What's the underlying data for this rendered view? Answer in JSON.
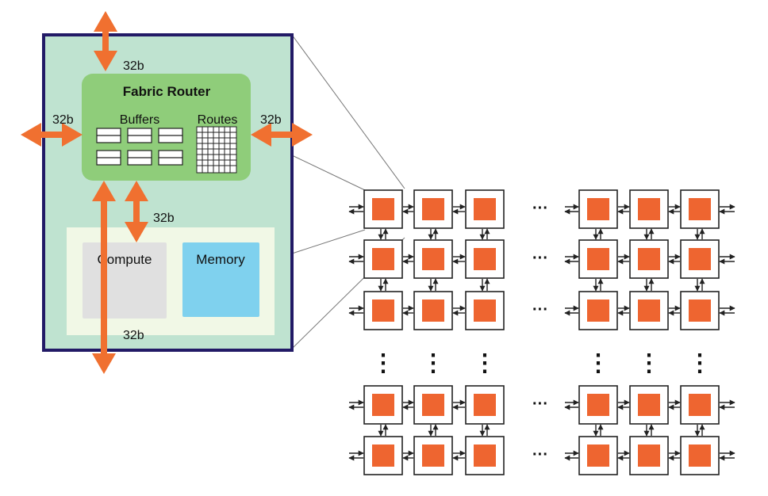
{
  "colors": {
    "tile_border": "#221a66",
    "tile_fill": "#bfe3d0",
    "router_fill": "#8fcd7a",
    "core_area_fill": "#f1f8e6",
    "compute_fill": "#e0e0e0",
    "memory_fill": "#7fd1ee",
    "arrow": "#f07030",
    "pe_core": "#ee6530",
    "grid_line": "#222222"
  },
  "tile": {
    "router": {
      "title": "Fabric Router",
      "buffers_label": "Buffers",
      "routes_label": "Routes"
    },
    "compute_label": "Compute",
    "memory_label": "Memory",
    "links": {
      "top": "32b",
      "left": "32b",
      "right": "32b",
      "core": "32b",
      "bottom": "32b"
    }
  },
  "fabric": {
    "ellipsis": "···",
    "vertical_ellipsis": "⋮"
  },
  "icons": [
    "bidirectional-arrow-icon",
    "buffer-icon",
    "route-table-icon"
  ]
}
